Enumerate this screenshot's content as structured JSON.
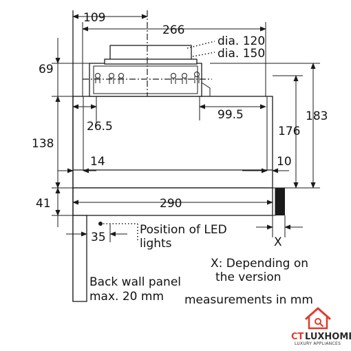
{
  "dimensions": {
    "d109": "109",
    "d266": "266",
    "d69": "69",
    "d138": "138",
    "d41": "41",
    "d26_5": "26.5",
    "d99_5": "99.5",
    "d176": "176",
    "d183": "183",
    "d14": "14",
    "d10": "10",
    "d290": "290",
    "d35": "35",
    "dia120": "dia. 120",
    "dia150": "dia. 150",
    "x": "X"
  },
  "notes": {
    "led_line1": "Position of LED",
    "led_line2": "lights",
    "back_wall_line1": "Back wall panel",
    "back_wall_line2": "max. 20 mm",
    "x_note_line1": "X: Depending on",
    "x_note_line2": "the version",
    "units": "measurements in mm"
  },
  "logo": {
    "ct": "CT",
    "luxhome": "LUXHOME",
    "tagline": "LUXURY APPLIANCES",
    "brand_red": "#e03a2b",
    "dark": "#2a2a2a"
  }
}
